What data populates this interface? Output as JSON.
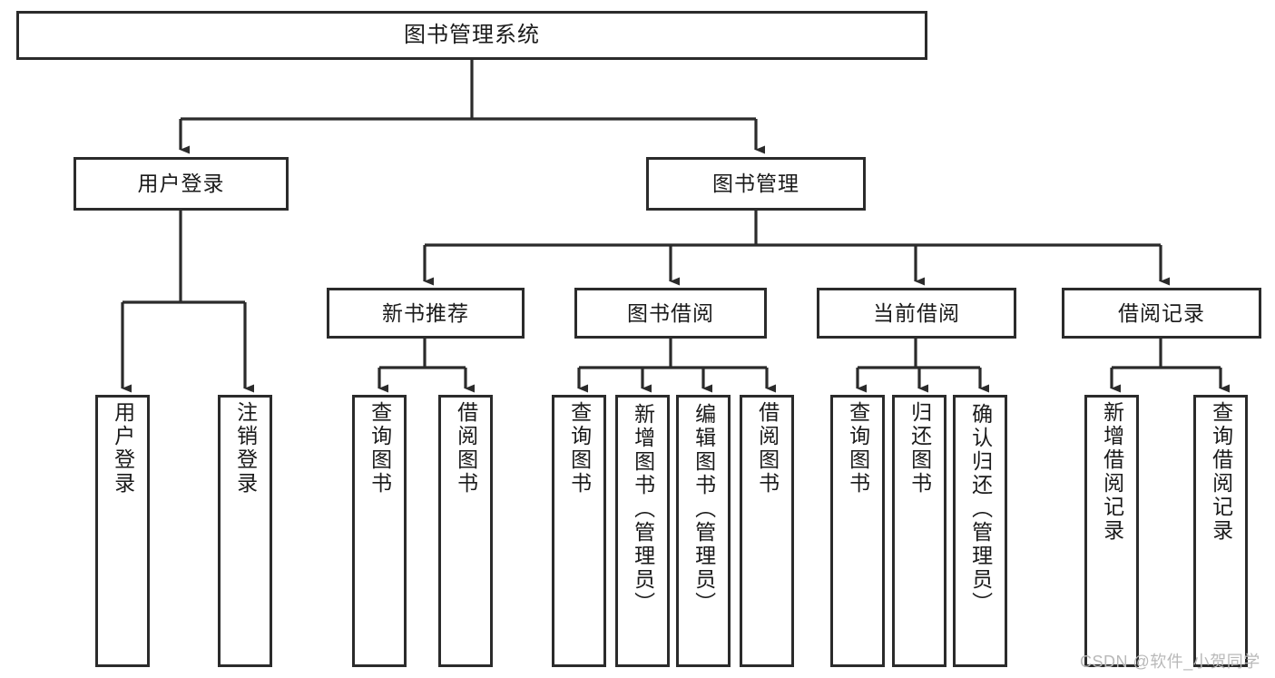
{
  "diagram": {
    "title": "图书管理系统",
    "style": {
      "box_border_color": "#2b2b2b",
      "box_fill_color": "#ffffff",
      "connector_color": "#2b2b2b",
      "text_color": "#1a1a1a",
      "background": "#ffffff",
      "watermark_color": "#b9b9b9"
    },
    "nodes": {
      "root": {
        "label": "图书管理系统"
      },
      "level1": [
        {
          "id": "user-login",
          "label": "用户登录"
        },
        {
          "id": "book-management",
          "label": "图书管理"
        }
      ],
      "level2": [
        {
          "id": "new-book-recommend",
          "label": "新书推荐"
        },
        {
          "id": "book-borrow",
          "label": "图书借阅"
        },
        {
          "id": "current-borrow",
          "label": "当前借阅"
        },
        {
          "id": "borrow-record",
          "label": "借阅记录"
        }
      ],
      "leaves": {
        "user-login": [
          {
            "id": "leaf-user-login",
            "label": "用户登录"
          },
          {
            "id": "leaf-logout",
            "label": "注销登录"
          }
        ],
        "new-book-recommend": [
          {
            "id": "leaf-query-book-1",
            "label": "查询图书"
          },
          {
            "id": "leaf-borrow-book-1",
            "label": "借阅图书"
          }
        ],
        "book-borrow": [
          {
            "id": "leaf-query-book-2",
            "label": "查询图书"
          },
          {
            "id": "leaf-add-book",
            "label": "新增图书（管理员）"
          },
          {
            "id": "leaf-edit-book",
            "label": "编辑图书（管理员）"
          },
          {
            "id": "leaf-borrow-book-2",
            "label": "借阅图书"
          }
        ],
        "current-borrow": [
          {
            "id": "leaf-query-book-3",
            "label": "查询图书"
          },
          {
            "id": "leaf-return-book",
            "label": "归还图书"
          },
          {
            "id": "leaf-confirm-return",
            "label": "确认归还（管理员）"
          }
        ],
        "borrow-record": [
          {
            "id": "leaf-add-record",
            "label": "新增借阅记录"
          },
          {
            "id": "leaf-query-record",
            "label": "查询借阅记录"
          }
        ]
      }
    },
    "watermark": "CSDN @软件_小贺同学"
  }
}
